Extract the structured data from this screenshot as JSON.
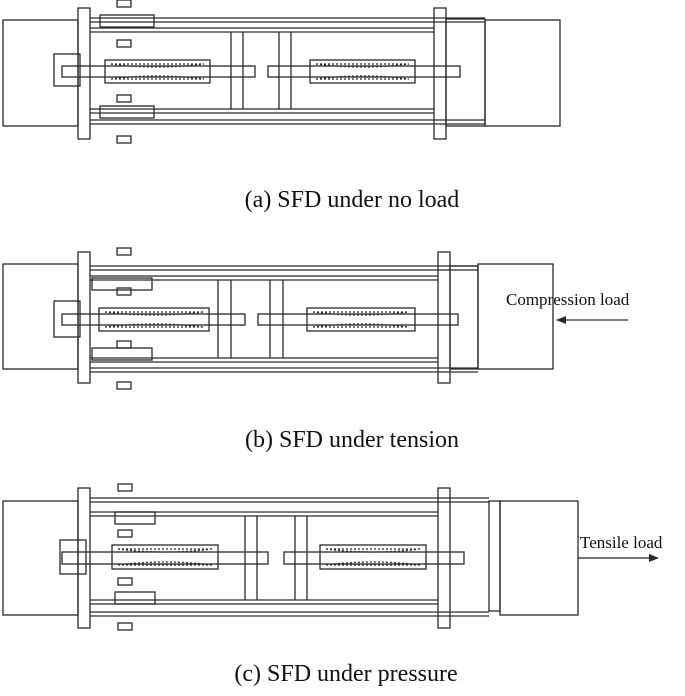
{
  "colors": {
    "stroke": "#2a2a2a",
    "background": "#ffffff"
  },
  "panels": [
    {
      "caption": "(a) SFD under no load",
      "load_label": "",
      "arrow": "none"
    },
    {
      "caption": "(b) SFD under tension",
      "load_label": "Compression load",
      "arrow": "left"
    },
    {
      "caption": "(c) SFD under pressure",
      "load_label": "Tensile load",
      "arrow": "right"
    }
  ]
}
